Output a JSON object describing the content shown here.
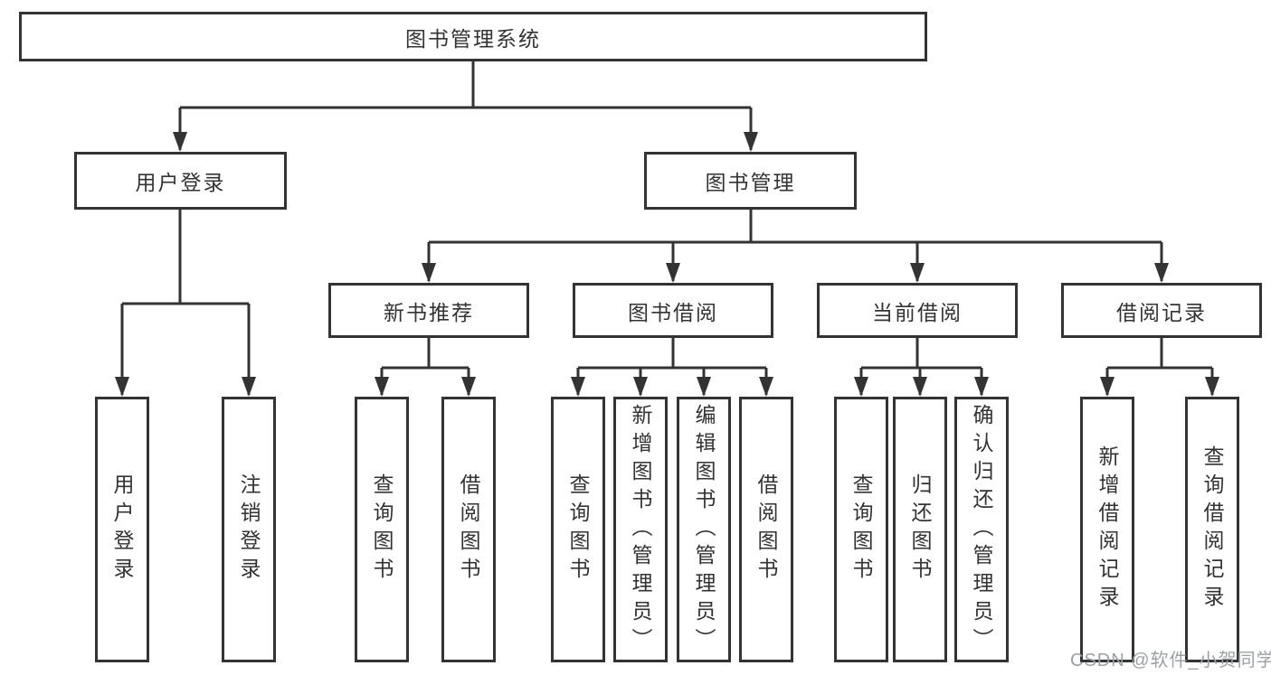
{
  "nodes": {
    "root": "图书管理系统",
    "level2": {
      "user_login": "用户登录",
      "book_management": "图书管理"
    },
    "level3": {
      "new_book": "新书推荐",
      "book_borrow": "图书借阅",
      "current_borrow": "当前借阅",
      "borrow_record": "借阅记录"
    },
    "leaves": {
      "user_login": [
        "用户登录",
        "注销登录"
      ],
      "new_book": [
        "查询图书",
        "借阅图书"
      ],
      "book_borrow": [
        "查询图书",
        "新增图书（管理员）",
        "编辑图书（管理员）",
        "借阅图书"
      ],
      "current_borrow": [
        "查询图书",
        "归还图书",
        "确认归还（管理员）"
      ],
      "borrow_record": [
        "新增借阅记录",
        "查询借阅记录"
      ]
    }
  },
  "watermark": "CSDN @软件_小贺同学",
  "colors": {
    "line": "#333333",
    "box_border": "#333333",
    "text": "#333333",
    "watermark": "#9da1a5",
    "background": "#ffffff"
  }
}
